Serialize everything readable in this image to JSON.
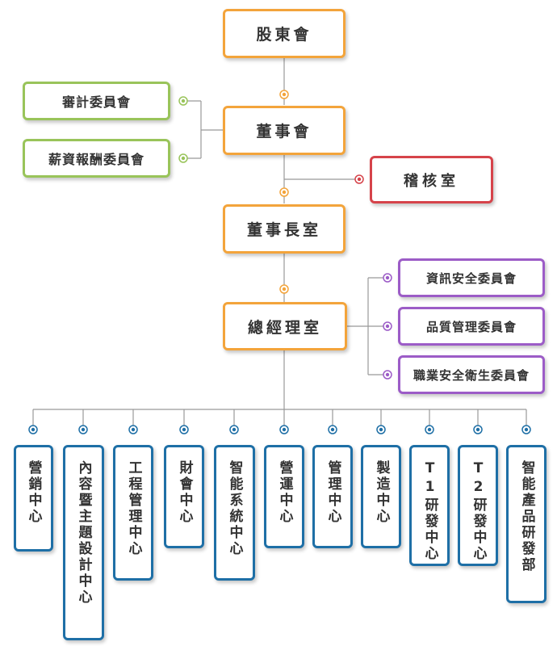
{
  "colors": {
    "orange": "#f3a43b",
    "green": "#99c45a",
    "red": "#d6434a",
    "purple": "#9c5cc7",
    "blue": "#1e6fa6",
    "line": "#999999"
  },
  "nodes": {
    "shareholders": "股東會",
    "board": "董事會",
    "chairman_office": "董事長室",
    "president_office": "總經理室",
    "audit_committee": "審計委員會",
    "compensation_committee": "薪資報酬委員會",
    "audit_office": "稽核室",
    "info_security_committee": "資訊安全委員會",
    "quality_committee": "品質管理委員會",
    "safety_committee": "職業安全衛生委員會"
  },
  "departments": [
    "營銷中心",
    "內容暨主題設計中心",
    "工程管理中心",
    "財會中心",
    "智能系統中心",
    "營運中心",
    "管理中心",
    "製造中心",
    "T1研發中心",
    "T2研發中心",
    "智能產品研發部"
  ]
}
